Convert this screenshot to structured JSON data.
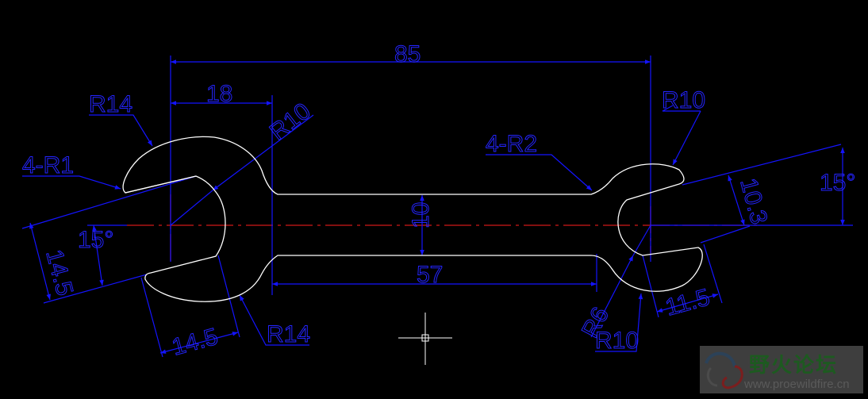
{
  "drawing": {
    "dimensions": {
      "overall_length": "85",
      "head_offset": "18",
      "handle_length": "57",
      "handle_width": "10",
      "left_jaw_width": "14.5",
      "left_jaw_depth": "14.5",
      "left_angle": "15°",
      "right_angle": "15°",
      "right_jaw_width": "10.3",
      "right_jaw_depth": "11.5"
    },
    "radii": {
      "left_top": "R14",
      "left_bottom": "R14",
      "left_inner": "R10",
      "jaw_fillets": "4-R1",
      "handle_fillets": "4-R2",
      "right_top": "R10",
      "right_bottom": "R10",
      "right_inner": "R6"
    }
  },
  "watermark": {
    "name": "野火论坛",
    "url": "www.proewildfire.cn"
  },
  "colors": {
    "background": "#000000",
    "dimension": "#1414ff",
    "outline": "#ffffff",
    "centerline": "#d01818"
  }
}
